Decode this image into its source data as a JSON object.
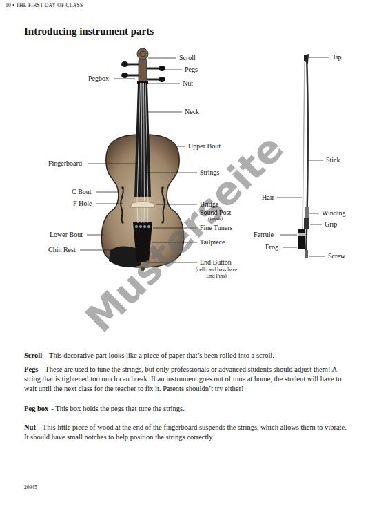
{
  "diagram": {
    "title": "Introducing instrument parts",
    "labels": [
      "10 • THE FIRST DAY OF CLASS",
      "Scroll",
      "Pegs",
      "Pegbox",
      "Nut",
      "Neck",
      "Upper Bout",
      "Fingerboard",
      "Strings",
      "C Bout",
      "F Hole",
      "Bridge",
      "Sound Post",
      "(inside)",
      "Fine Tuners",
      "Lower Bout",
      "Tailpiece",
      "Chin Rest",
      "End Button",
      "(cello and bass have End Pins)",
      "Tip",
      "Stick",
      "Hair",
      "Winding",
      "Grip",
      "Ferrule",
      "Frog",
      "Screw",
      "Musterseite",
      "Scroll",
      "- This decorative part looks like a piece of paper that’s been rolled into a scroll.",
      "Pegs",
      "- These are used to tune the strings, but only professionals or advanced students should adjust them! A string that is tightened too much can break. If an instrument goes out of tune at home, the student will have to wait until the next class for the teacher to fix it. Parents shouldn’t try either!",
      "Peg box",
      "- This box holds the pegs that tune the strings.",
      "Nut",
      "- This little piece of wood at the end of the fingerboard suspends the strings, which allows them to vibrate. It should have small notches to help position the strings correctly.",
      "20945"
    ]
  }
}
